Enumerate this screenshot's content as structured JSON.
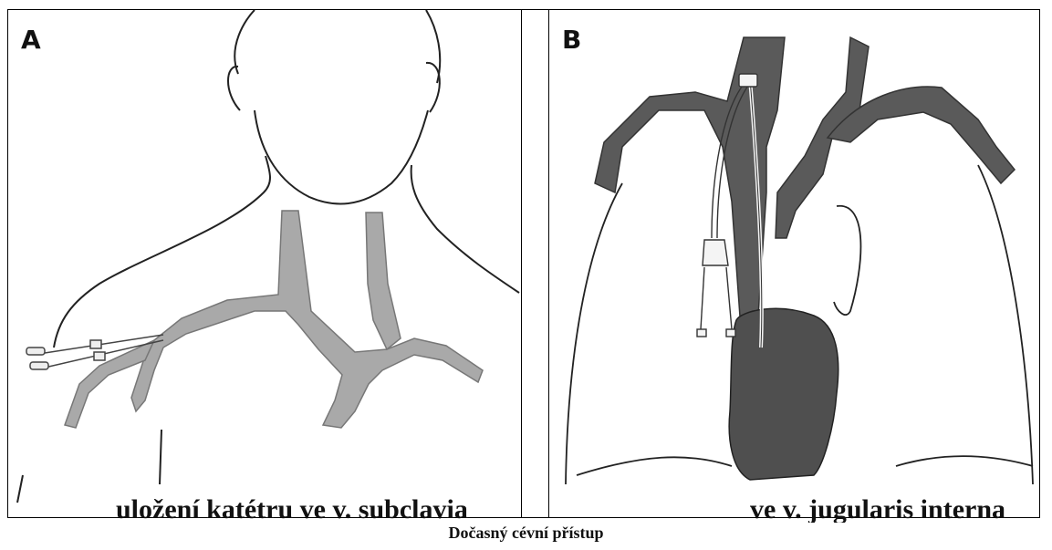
{
  "panels": [
    {
      "letter": "A",
      "caption": "uložení katétru ve v. subclavia"
    },
    {
      "letter": "B",
      "caption": "ve v. jugularis interna"
    }
  ],
  "figure_title": "Dočasný cévní přístup",
  "colors": {
    "vein_light": "#a9a9a9",
    "vein_dark": "#5a5a5a",
    "outline": "#222222",
    "heart": "#4f4f4f"
  }
}
